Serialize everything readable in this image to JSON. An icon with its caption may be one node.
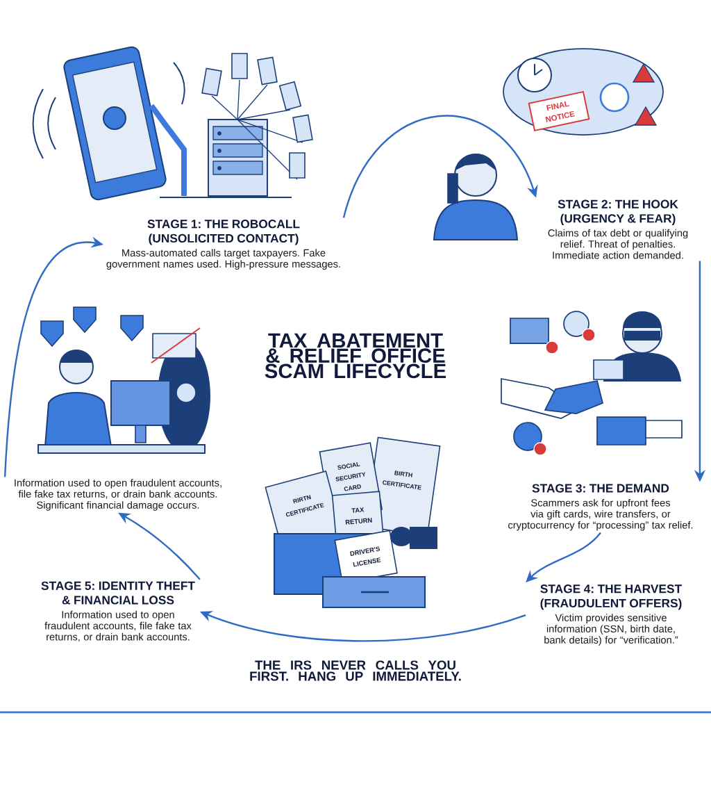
{
  "diagram": {
    "title": "TAX ABATEMENT & RELIEF OFFICE SCAM LIFECYCLE",
    "nodes": [
      {
        "text": [
          "STAGE 1: THE ROBOCALL (UNSOLICITED CONTACT)",
          "Mass-automated calls target taxpayers. Fake government names used. High-pressure messages."
        ]
      },
      {
        "text": [
          "STAGE 2: THE HOOK (URGENCY & FEAR)",
          "Claims of tax debt or qualifying relief. Threat of penalties. Immediate action demanded."
        ]
      },
      {
        "text": [
          "STAGE 3: THE DEMAND",
          "Scammers ask for upfront fees via gift cards, wire transfers, or cryptocurrency for “processing” tax relief."
        ]
      },
      {
        "text": [
          "STAGE 4: THE HARVEST (FRAUDULENT OFFERS)",
          "Victim provides sensitive information (SSN, birth date, bank details) for “verification.”"
        ]
      },
      {
        "text": [
          "STAGE 5: IDENTITY THEFT & FINANCIAL LOSS",
          "Information used to open fraudulent accounts, file fake tax returns, or drain bank accounts."
        ]
      },
      {
        "text": [
          "Information used to open fraudulent accounts, file fake tax returns, or drain bank accounts. Significant financial damage occurs."
        ]
      }
    ],
    "edges": [
      {
        "from": 0,
        "to": 1,
        "arrow": "to"
      },
      {
        "from": 1,
        "to": 2,
        "arrow": "to"
      },
      {
        "from": 2,
        "to": 3,
        "arrow": "to"
      },
      {
        "from": 3,
        "to": 4,
        "arrow": "to"
      },
      {
        "from": 4,
        "to": 5,
        "arrow": "to"
      },
      {
        "from": 5,
        "to": 0,
        "arrow": "to"
      }
    ],
    "labels": [
      "FINAL NOTICE",
      "SOCIAL SECURITY CARD",
      "BIRTH CERTIFICATE",
      "RIRTN CERTIFICATE",
      "TAX RETURN",
      "DRIVER'S LICENSE",
      "THE IRS NEVER CALLS YOU FIRST. HANG UP IMMEDIATELY."
    ]
  }
}
